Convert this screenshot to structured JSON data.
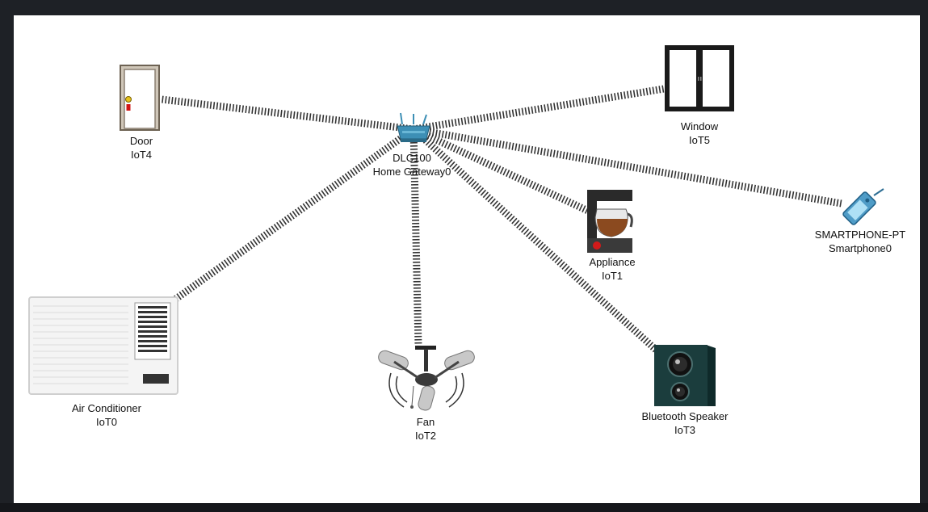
{
  "colors": {
    "canvas_bg": "#ffffff",
    "frame_bg": "#1e2126",
    "link": "#333333",
    "gateway": "#3d8fb5",
    "smartphone": "#4f9cc7",
    "speaker": "#1b3d3d"
  },
  "devices": {
    "gateway": {
      "model": "DLC100",
      "name": "Home Gateway0",
      "icon": "router-icon"
    },
    "door": {
      "model": "Door",
      "name": "IoT4",
      "icon": "door-icon"
    },
    "window": {
      "model": "Window",
      "name": "IoT5",
      "icon": "window-icon"
    },
    "smartphone": {
      "model": "SMARTPHONE-PT",
      "name": "Smartphone0",
      "icon": "smartphone-icon"
    },
    "appliance": {
      "model": "Appliance",
      "name": "IoT1",
      "icon": "coffee-maker-icon"
    },
    "air_conditioner": {
      "model": "Air Conditioner",
      "name": "IoT0",
      "icon": "air-conditioner-icon"
    },
    "fan": {
      "model": "Fan",
      "name": "IoT2",
      "icon": "ceiling-fan-icon"
    },
    "speaker": {
      "model": "Bluetooth Speaker",
      "name": "IoT3",
      "icon": "speaker-icon"
    }
  },
  "links": [
    "door",
    "window",
    "smartphone",
    "appliance",
    "air_conditioner",
    "fan",
    "speaker"
  ]
}
